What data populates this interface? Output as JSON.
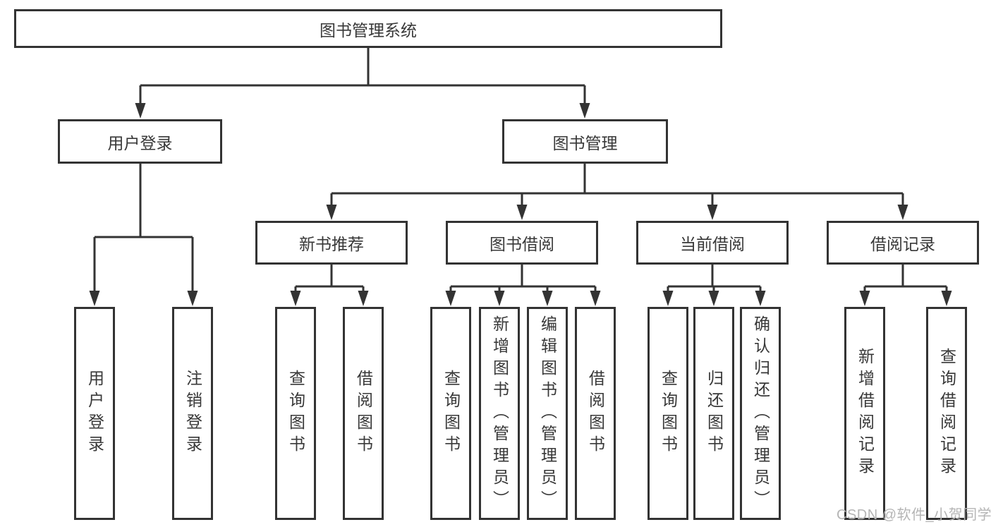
{
  "title": "图书管理系统",
  "watermark": "CSDN @软件_小贺同学",
  "level2": {
    "user": "用户登录",
    "book": "图书管理"
  },
  "level3": {
    "new_books": "新书推荐",
    "book_borrow": "图书借阅",
    "current_borrow": "当前借阅",
    "borrow_records": "借阅记录"
  },
  "leaves": {
    "user": [
      "用户登录",
      "注销登录"
    ],
    "new_books": [
      "查询图书",
      "借阅图书"
    ],
    "book_borrow": [
      "查询图书",
      "新增图书（管理员）",
      "编辑图书（管理员）",
      "借阅图书"
    ],
    "current_borrow": [
      "查询图书",
      "归还图书",
      "确认归还（管理员）"
    ],
    "borrow_records": [
      "新增借阅记录",
      "查询借阅记录"
    ]
  },
  "colors": {
    "line": "#333333",
    "text": "#383838",
    "box_background": "#ffffff",
    "watermark": "#b5b5b5"
  }
}
